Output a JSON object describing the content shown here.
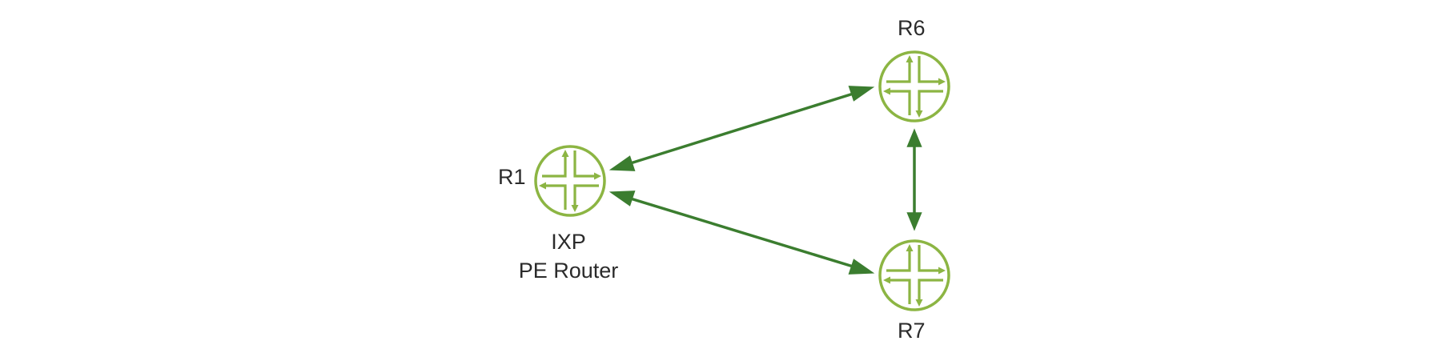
{
  "colors": {
    "router_green": "#8cb543",
    "link_green": "#3b7d2f",
    "label_text": "#2b2b2b",
    "background": "#ffffff"
  },
  "nodes": {
    "r1": {
      "name": "R1",
      "icon": "router-icon",
      "caption_line1": "IXP",
      "caption_line2": "PE Router"
    },
    "r6": {
      "name": "R6",
      "icon": "router-icon"
    },
    "r7": {
      "name": "R7",
      "icon": "router-icon"
    }
  },
  "links": [
    {
      "from": "R1",
      "to": "R6",
      "direction": "bidirectional"
    },
    {
      "from": "R1",
      "to": "R7",
      "direction": "bidirectional"
    },
    {
      "from": "R6",
      "to": "R7",
      "direction": "bidirectional"
    }
  ]
}
